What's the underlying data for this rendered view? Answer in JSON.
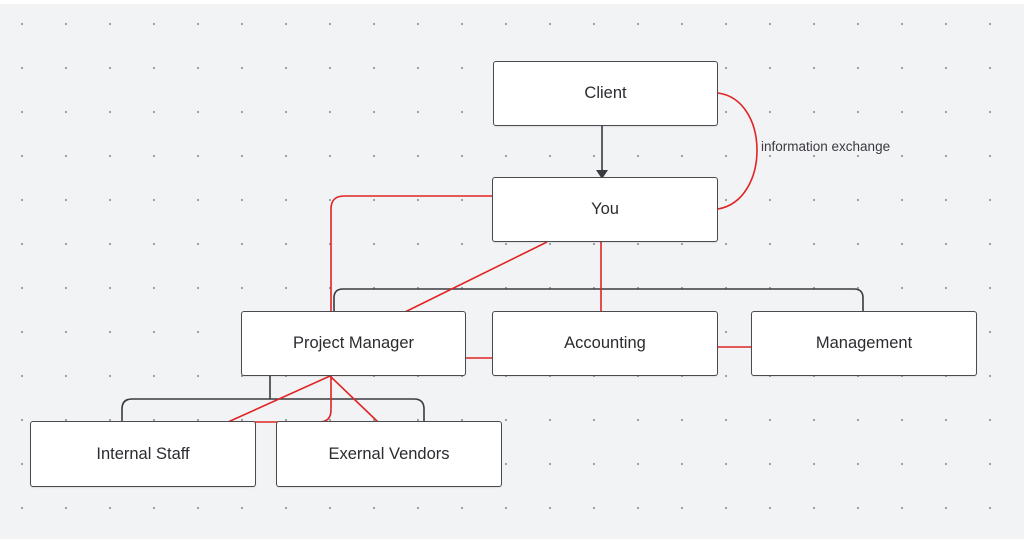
{
  "nodes": {
    "client": "Client",
    "you": "You",
    "project_manager": "Project Manager",
    "accounting": "Accounting",
    "management": "Management",
    "internal_staff": "Internal Staff",
    "external_vendors": "Exernal Vendors"
  },
  "labels": {
    "information_exchange": "information exchange"
  },
  "colors": {
    "canvas": "#f2f3f5",
    "hierarchy_line": "#3a3a40",
    "communication_line": "#e02424"
  }
}
